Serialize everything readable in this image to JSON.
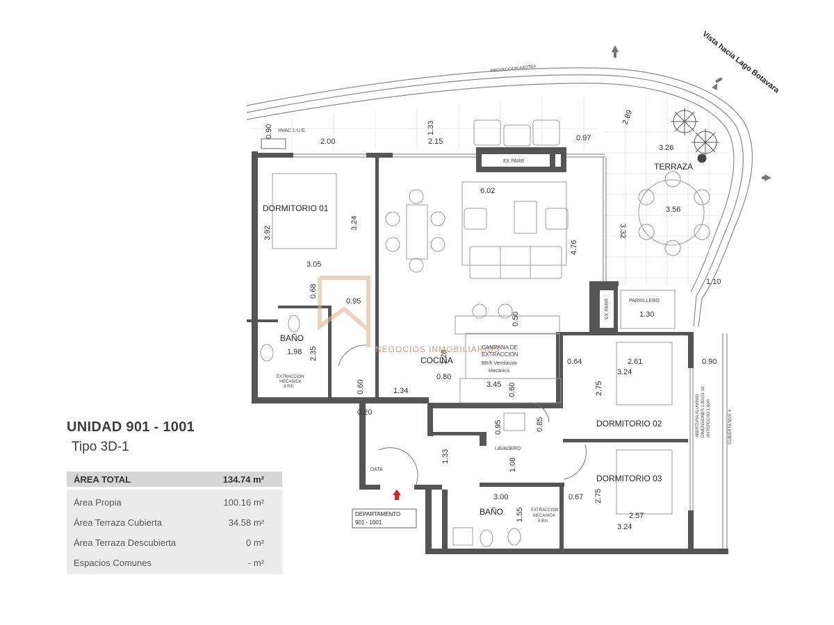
{
  "view_label": "Vista hacia Lago Botavara",
  "roof_projection": "PROYECCION AZOTEA",
  "watermark": "NEGOCIOS INMOBILIARIOS",
  "rooms": {
    "terraza": "TERRAZA",
    "dormitorio01": "DORMITORIO 01",
    "dormitorio02": "DORMITORIO 02",
    "dormitorio03": "DORMITORIO 03",
    "bano1": "BAÑO",
    "bano2": "BAÑO",
    "cocina": "COCINA",
    "lavadero": "LAVADERO",
    "parrillero": "PARRILLERO",
    "ex_parr_top": "EX PARR",
    "ex_parr_side": "EX PARR",
    "campana": [
      "CAMPANA DE",
      "EXTRACCION"
    ],
    "campana_note": [
      "BR/h Ventilación",
      "Mecánica"
    ],
    "hvac": "HVAC 1 U.E.",
    "extraccion_1": [
      "EXTRACCION",
      "MECANICA",
      "8 R/h"
    ],
    "extraccion_2": [
      "EXTRACCION",
      "MECANICA",
      "8 R/h"
    ],
    "data": "DATA",
    "departamento": [
      "DEPARTAMENTO",
      "901 - 1001"
    ],
    "abertura": [
      "ABERTURA ALUMINIO",
      "DIMENSIONES 1.80x01.10",
      "ANTEPECHO 1.60m"
    ],
    "cubierta": "CUBIERTA NIVE 4"
  },
  "dimensions": {
    "d090": "0.90",
    "d200": "2.00",
    "d133a": "1.33",
    "d215": "2.15",
    "d097": "0.97",
    "d289": "2.89",
    "d326": "3.26",
    "d602": "6.02",
    "d392": "3.92",
    "d324a": "3.24",
    "d332": "3.32",
    "d356": "3.56",
    "d476": "4.76",
    "d305": "3.05",
    "d068": "0.68",
    "d095a": "0.95",
    "d110": "1.10",
    "d130": "1.30",
    "d050": "0.50",
    "d198": "1.98",
    "d235": "2.35",
    "d128": "1.28",
    "d064": "0.64",
    "d261": "2.61",
    "d324b": "3.24",
    "d090b": "0.90",
    "d080": "0.80",
    "d345": "3.45",
    "d060a": "0.60",
    "d060b": "0.60",
    "d134": "1.34",
    "d275a": "2.75",
    "d020": "0.20",
    "d095b": "0.95",
    "d085": "0.85",
    "d133b": "1.33",
    "d108": "1.08",
    "d300": "3.00",
    "d155": "1.55",
    "d067": "0.67",
    "d275b": "2.75",
    "d257": "2.57",
    "d324c": "3.24"
  },
  "unit": {
    "title": "UNIDAD 901 - 1001",
    "type": "Tipo 3D-1",
    "area_total_label": "ÁREA TOTAL",
    "area_total_value": "134.74 m²",
    "rows": [
      {
        "label": "Área Propia",
        "value": "100.16 m²"
      },
      {
        "label": "Área Terraza Cubierta",
        "value": "34.58 m²"
      },
      {
        "label": "Área Terraza Descubierta",
        "value": "0 m²"
      },
      {
        "label": "Espacios Comunes",
        "value": "- m²"
      }
    ]
  },
  "colors": {
    "wall": "#555555",
    "accent_arrow": "#e02020",
    "watermark": "#c9a37a"
  }
}
